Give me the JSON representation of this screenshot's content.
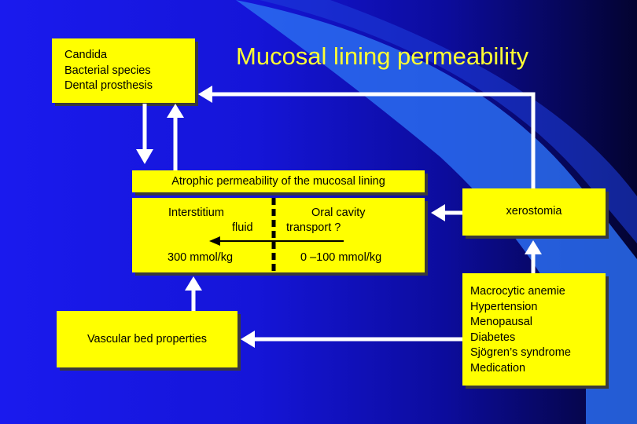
{
  "title": "Mucosal lining permeability",
  "colors": {
    "box": "#ffff00",
    "title": "#ffff33",
    "background": "#1a1aee",
    "arrow": "#ffffff"
  },
  "boxes": {
    "causes": [
      "Candida",
      "Bacterial species",
      "Dental prosthesis"
    ],
    "atrophic": "Atrophic permeability of the mucosal lining",
    "interstitium_line1": "Interstitium",
    "interstitium_line2": "fluid",
    "oral_line1": "Oral cavity",
    "oral_line2": "transport ?",
    "interstitium_value": "300 mmol/kg",
    "oral_value": "0 –100 mmol/kg",
    "xerostomia": "xerostomia",
    "vascular": "Vascular bed properties",
    "conditions": [
      "Macrocytic anemie",
      "Hypertension",
      "Menopausal",
      "Diabetes",
      "Sjögren’s syndrome",
      "Medication"
    ]
  }
}
